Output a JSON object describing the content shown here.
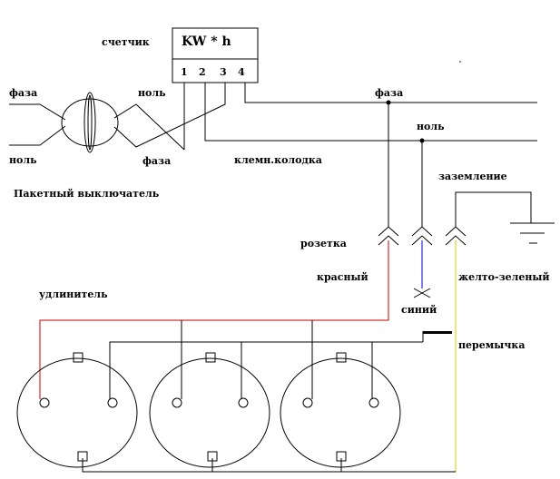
{
  "labels": {
    "meter": "счетчик",
    "meter_display": "KW * h",
    "terminal_1": "1",
    "terminal_2": "2",
    "terminal_3": "3",
    "terminal_4": "4",
    "phase_in": "фаза",
    "neutral_in": "ноль",
    "neutral_out_switch": "ноль",
    "phase_out_switch": "фаза",
    "packet_switch": "Пакетный выключатель",
    "terminal_block": "клемн.колодка",
    "phase_bus": "фаза",
    "neutral_bus": "ноль",
    "grounding": "заземление",
    "socket": "розетка",
    "red_wire": "красный",
    "blue_wire": "синий",
    "yellow_green_wire": "желто-зеленый",
    "jumper": "перемычка",
    "extender": "удлинитель"
  },
  "colors": {
    "phase_wire": "#cc0000",
    "neutral_wire": "#0000cc",
    "ground_wire": "#e0c800",
    "line": "#000000",
    "background": "#ffffff"
  }
}
